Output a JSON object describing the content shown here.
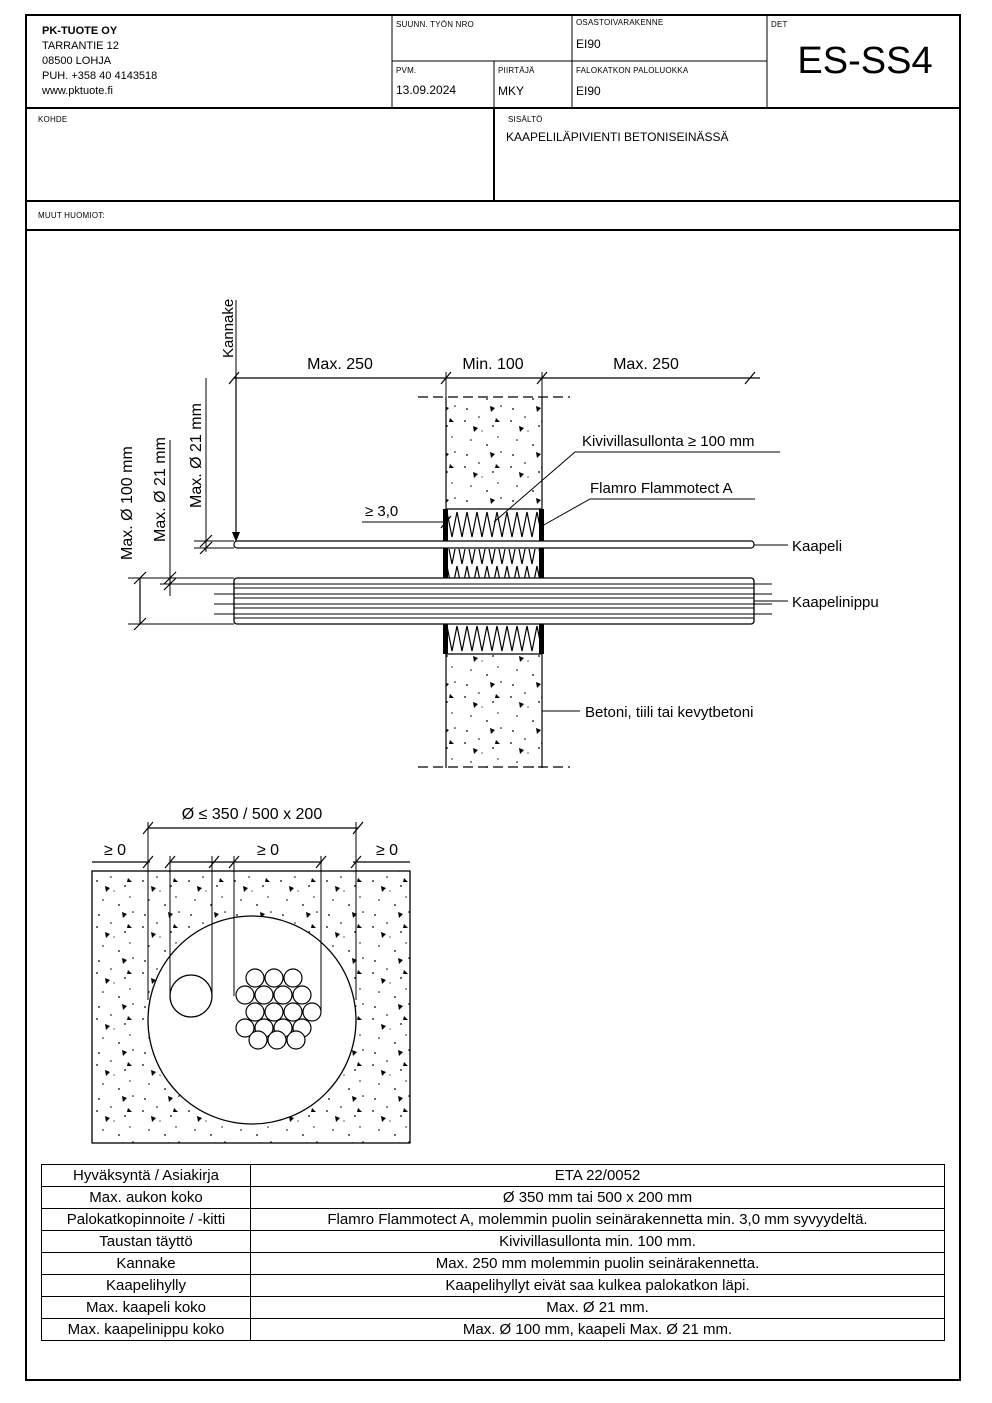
{
  "titleblock": {
    "company": {
      "name": "PK-TUOTE OY",
      "street": "TARRANTIE 12",
      "postal": "08500 LOHJA",
      "phone": "PUH. +358 40 4143518",
      "web": "www.pktuote.fi"
    },
    "work_number_label": "SUUNN. TYÖN NRO",
    "work_number": "",
    "wall_structure_label": "OSASTOIVARAKENNE",
    "wall_structure": "EI90",
    "date_label": "PVM.",
    "date": "13.09.2024",
    "drawer_label": "PIIRTÄJÄ",
    "drawer": "MKY",
    "fire_class_label": "FALOKATKON PALOLUOKKA",
    "fire_class": "EI90",
    "det_label": "DET",
    "det_code": "ES-SS4",
    "target_label": "KOHDE",
    "target": "",
    "content_label": "SISÄLTÖ",
    "content": "KAAPELILÄPIVIENTI BETONISEINÄSSÄ",
    "notes_label": "MUUT HUOMIOT:",
    "notes": ""
  },
  "section_drawing": {
    "dim_left": "Max. 250",
    "dim_wall": "Min. 100",
    "dim_right": "Max. 250",
    "support_label": "Kannake",
    "dim_bundle": "Max. Ø 100 mm",
    "dim_cable_a": "Max. Ø 21 mm",
    "dim_cable_b": "Max. Ø 21 mm",
    "dim_depth": "≥ 3,0",
    "callout_wool": "Kivivillasullonta ≥ 100 mm",
    "callout_coating": "Flamro Flammotect A",
    "callout_cable": "Kaapeli",
    "callout_bundle": "Kaapelinippu",
    "callout_wall": "Betoni, tiili tai kevytbetoni"
  },
  "front_drawing": {
    "dim_opening": "Ø ≤ 350 / 500 x 200",
    "dim_gap_left": "≥ 0",
    "dim_gap_mid": "≥ 0",
    "dim_gap_right": "≥ 0"
  },
  "spec_table": [
    {
      "key": "Hyväksyntä / Asiakirja",
      "value": "ETA 22/0052"
    },
    {
      "key": "Max. aukon koko",
      "value": "Ø 350 mm tai 500 x 200 mm"
    },
    {
      "key": "Palokatkopinnoite / -kitti",
      "value": "Flamro Flammotect A, molemmin puolin seinärakennetta min. 3,0 mm syvyydeltä."
    },
    {
      "key": "Taustan täyttö",
      "value": "Kivivillasullonta min. 100 mm."
    },
    {
      "key": "Kannake",
      "value": "Max. 250 mm molemmin puolin seinärakennetta."
    },
    {
      "key": "Kaapelihylly",
      "value": "Kaapelihyllyt eivät saa kulkea palokatkon läpi."
    },
    {
      "key": "Max. kaapeli koko",
      "value": "Max. Ø 21 mm."
    },
    {
      "key": "Max. kaapelinippu koko",
      "value": "Max. Ø 100 mm, kaapeli Max. Ø 21 mm."
    }
  ]
}
